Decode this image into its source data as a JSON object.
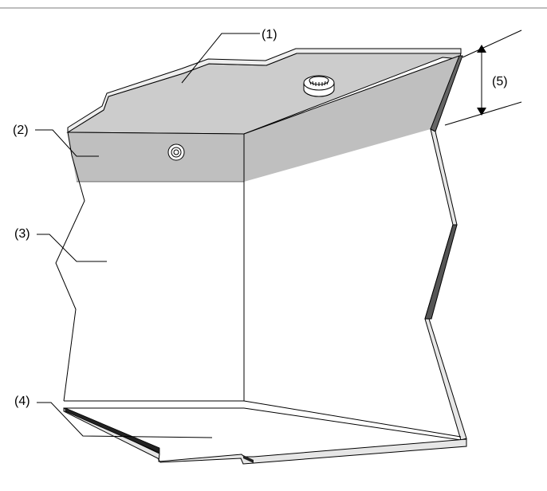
{
  "labels": {
    "l1": "(1)",
    "l2": "(2)",
    "l3": "(3)",
    "l4": "(4)",
    "l5": "(5)"
  },
  "colors": {
    "ceiling": "#cccccc",
    "wall_band": "#bfbfbf",
    "edge_dark": "#555555",
    "rule": "#bdbdbd",
    "stroke": "#000000"
  }
}
